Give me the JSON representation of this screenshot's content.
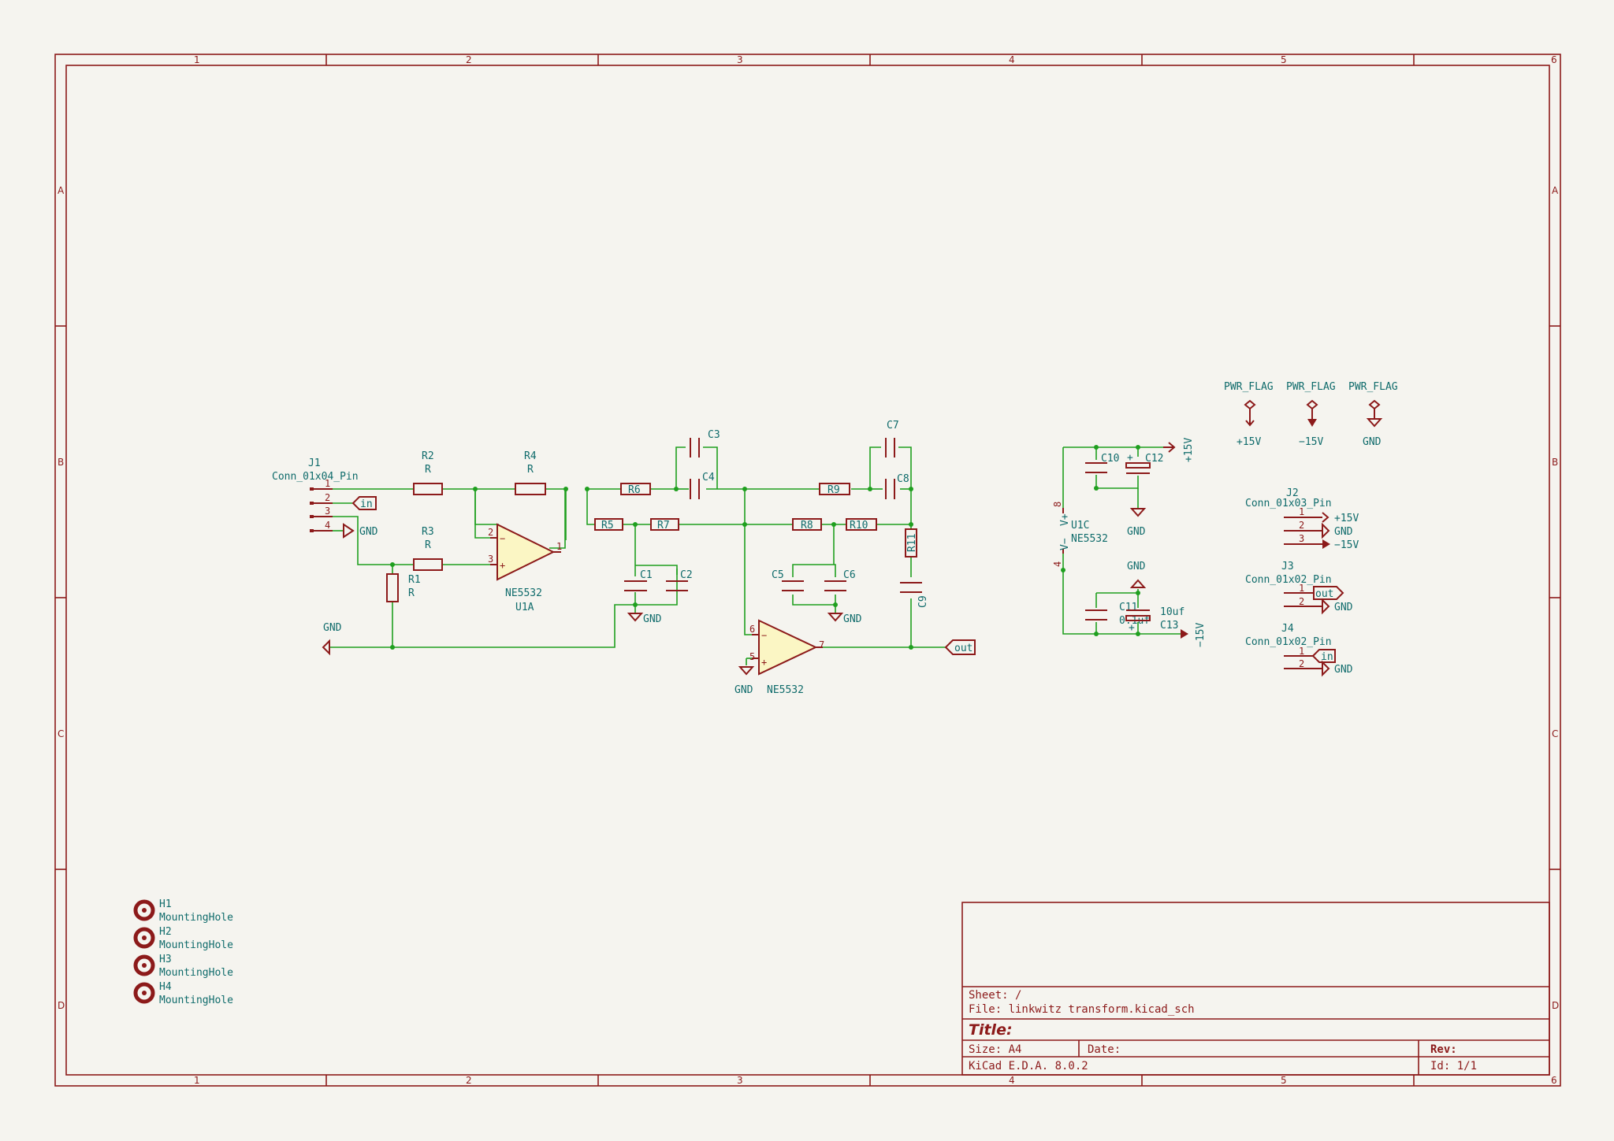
{
  "schematic": {
    "columns": [
      "1",
      "2",
      "3",
      "4",
      "5",
      "6"
    ],
    "rows": [
      "A",
      "B",
      "C",
      "D"
    ],
    "parts": {
      "J1": {
        "ref": "J1",
        "value": "Conn_01x04_Pin",
        "pins": [
          "1",
          "2",
          "3",
          "4"
        ]
      },
      "R1": {
        "ref": "R1",
        "value": "R"
      },
      "R2": {
        "ref": "R2",
        "value": "R"
      },
      "R3": {
        "ref": "R3",
        "value": "R"
      },
      "R4": {
        "ref": "R4",
        "value": "R"
      },
      "R5": "R5",
      "R6": "R6",
      "R7": "R7",
      "R8": "R8",
      "R9": "R9",
      "R10": "R10",
      "R11": "R11",
      "C1": "C1",
      "C2": "C2",
      "C3": "C3",
      "C4": "C4",
      "C5": "C5",
      "C6": "C6",
      "C7": "C7",
      "C8": "C8",
      "C9": "C9",
      "C10": "C10",
      "C11": "C11",
      "C12": "C12",
      "C13": "C13",
      "C11_value": "0.1uf",
      "C13_value": "10uf",
      "U1A": {
        "ref": "U1A",
        "value": "NE5532",
        "pins": [
          "2",
          "3",
          "1"
        ]
      },
      "U1B": {
        "value": "NE5532",
        "pins": [
          "6",
          "5",
          "7"
        ]
      },
      "U1C": {
        "ref": "U1C",
        "value": "NE5532",
        "pin_vplus": "8",
        "pin_vminus": "4",
        "vplus": "V+",
        "vminus": "V−"
      },
      "J2": {
        "ref": "J2",
        "value": "Conn_01x03_Pin",
        "pins": [
          "1",
          "2",
          "3"
        ]
      },
      "J3": {
        "ref": "J3",
        "value": "Conn_01x02_Pin",
        "pins": [
          "1",
          "2"
        ]
      },
      "J4": {
        "ref": "J4",
        "value": "Conn_01x02_Pin",
        "pins": [
          "1",
          "2"
        ]
      }
    },
    "nets": {
      "gnd": "GND",
      "plus15": "+15V",
      "minus15": "−15V",
      "in": "in",
      "out": "out"
    },
    "pwr_flags": [
      "PWR_FLAG",
      "PWR_FLAG",
      "PWR_FLAG"
    ],
    "mounting_holes": [
      {
        "ref": "H1",
        "value": "MountingHole"
      },
      {
        "ref": "H2",
        "value": "MountingHole"
      },
      {
        "ref": "H3",
        "value": "MountingHole"
      },
      {
        "ref": "H4",
        "value": "MountingHole"
      }
    ],
    "opamp_signs": {
      "minus": "−",
      "plus": "+"
    },
    "polarity": "+"
  },
  "title_block": {
    "sheet": "Sheet: /",
    "file": "File: linkwitz transform.kicad_sch",
    "title": "Title:",
    "size": "Size: A4",
    "date": "Date:",
    "rev": "Rev:",
    "tool": "KiCad E.D.A. 8.0.2",
    "id": "Id: 1/1"
  },
  "colors": {
    "wire": "#1f9f1f",
    "symbol": "#8c1a1a",
    "label": "#0f6b6b",
    "opamp_fill": "#fbf6c4",
    "paper": "#f5f4ef"
  }
}
